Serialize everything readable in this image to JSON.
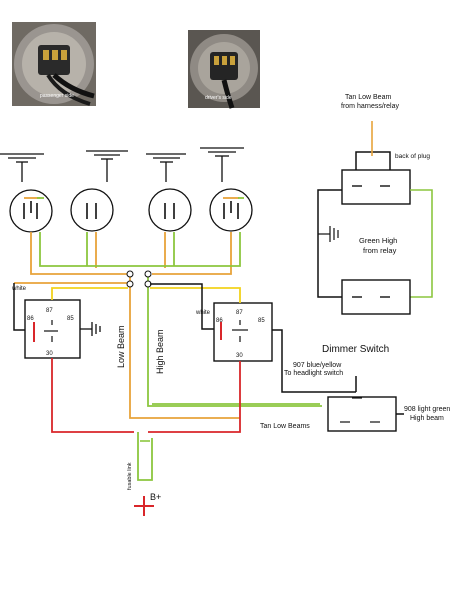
{
  "photos": {
    "passenger_label": "passenger side",
    "driver_label": "driver's side"
  },
  "labels": {
    "tan_low_beam_top": "Tan Low Beam",
    "from_harness_relay": "from harness/relay",
    "back_of_plug": "back of plug",
    "green_high": "Green High",
    "from_relay": "from relay",
    "white_left": "white",
    "white_right": "white",
    "low_beam": "Low Beam",
    "high_beam": "High Beam",
    "dimmer_switch": "Dimmer Switch",
    "blue_yellow_907": "907 blue/yellow",
    "to_headlight_switch": "To headlight switch",
    "light_green_908": "908 light green",
    "high_beam_right": "High beam",
    "tan_low_beams": "Tan Low Beams",
    "fusable_link": "fusable link",
    "b_plus": "B+"
  },
  "relays": {
    "left": {
      "pin87": "87",
      "pin86": "86",
      "pin85": "85",
      "pin30": "30"
    },
    "right": {
      "pin87": "87",
      "pin86": "86",
      "pin85": "85",
      "pin30": "30"
    }
  },
  "colors": {
    "tan_low": "#e8a33a",
    "green_high": "#8cc63f",
    "red_power": "#d9262a",
    "black_wire": "#222222",
    "yellow_wire": "#f2d21c"
  }
}
